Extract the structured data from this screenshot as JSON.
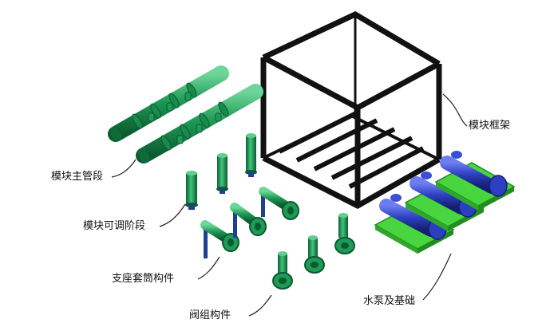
{
  "labels": {
    "frame": "模块框架",
    "main_pipe": "模块主管段",
    "adjustable": "模块可调阶段",
    "support": "支座套筒构件",
    "pump": "水泵及基础",
    "valve": "阀组构件"
  },
  "colors": {
    "pipe_green": "#1f9a57",
    "frame_black": "#111111",
    "pump_blue": "#2b3fbf",
    "base_green": "#49d53f",
    "support_blue": "#1f3f92",
    "leader": "#222222"
  }
}
